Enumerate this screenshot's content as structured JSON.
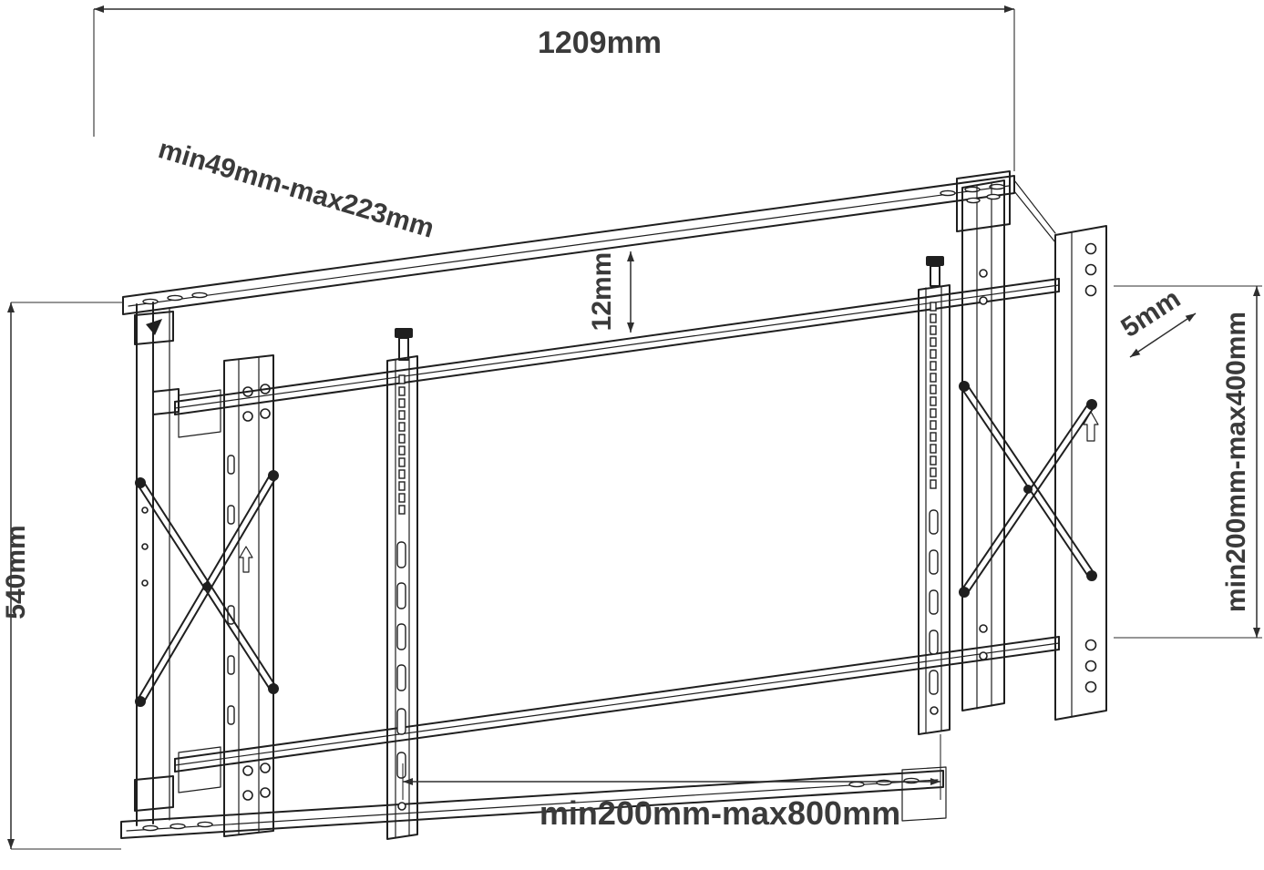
{
  "page": {
    "background_color": "#ffffff",
    "line_color": "#1f1f1f",
    "dimension_text_color": "#3a3a3a"
  },
  "dimensions": {
    "total_width": "1209mm",
    "depth_range": "min49mm-max223mm",
    "height_adjustment": "12mm",
    "plate_offset": "5mm",
    "vesa_vertical_range": "min200mm-max400mm",
    "total_height": "540mm",
    "vesa_horizontal_range": "min200mm-max800mm"
  }
}
